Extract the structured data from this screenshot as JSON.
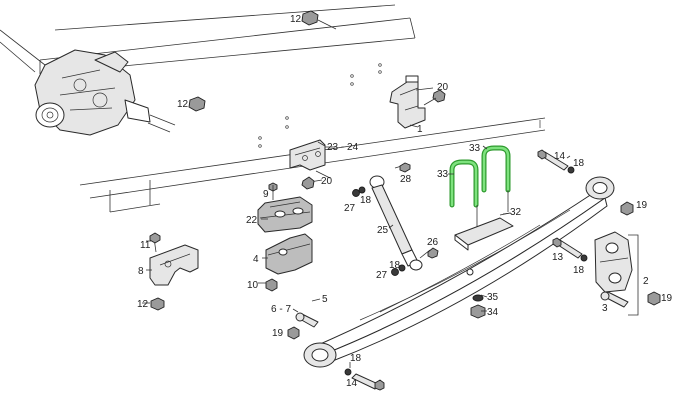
{
  "colors": {
    "background": "#ffffff",
    "line": "#333333",
    "highlight": "#7ee27e",
    "highlight_stroke": "#2e9a2e"
  },
  "labels": {
    "l12a": "12",
    "l20": "20",
    "l12b": "12",
    "l1": "1",
    "l2324": "23 - 24",
    "l20b": "20",
    "l9": "9",
    "l22": "22",
    "l4": "4",
    "l10": "10",
    "l11": "11",
    "l8": "8",
    "l12c": "12",
    "l28": "28",
    "l27a": "27",
    "l18a": "18",
    "l25": "25",
    "l26": "26",
    "l18b": "18",
    "l27b": "27",
    "l33a": "33",
    "l33b": "33",
    "l32": "32",
    "l14a": "14",
    "l18c": "18",
    "l19a": "19",
    "l13": "13",
    "l18d": "18",
    "l2": "2",
    "l19b": "19",
    "l3": "3",
    "l35": "35",
    "l34": "34",
    "l5": "5",
    "l67": "6 - 7",
    "l19c": "19",
    "l18e": "18",
    "l14b": "14"
  }
}
